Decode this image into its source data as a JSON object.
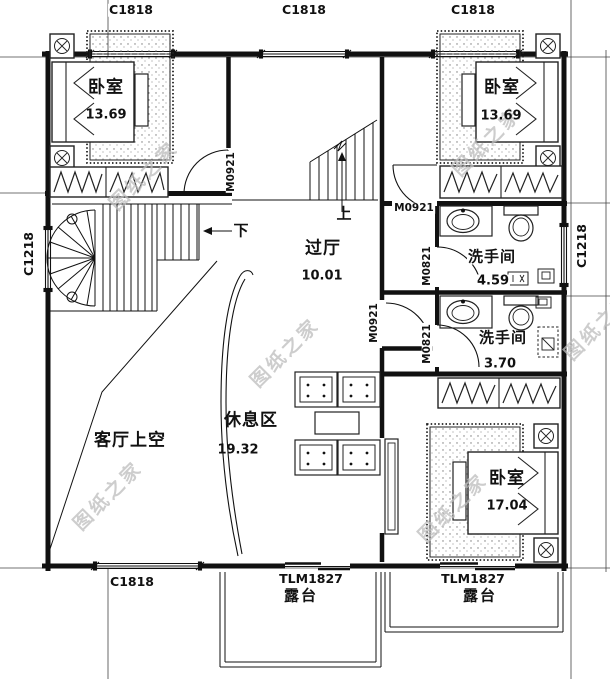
{
  "watermark": "图纸之家",
  "labels": {
    "window_top_1": "C1818",
    "window_top_2": "C1818",
    "window_top_3": "C1818",
    "window_bottom": "C1818",
    "window_left": "C1218",
    "window_right": "C1218",
    "door_bedroom1": "M0921",
    "door_bedroom2": "M0921",
    "door_hall": "M0921",
    "door_bath1": "M0821",
    "door_bath2": "M0821",
    "terrace_door_left": "TLM1827",
    "terrace_door_right": "TLM1827",
    "stair_up": "上",
    "stair_down": "下"
  },
  "rooms": {
    "bedroom1": {
      "name": "卧室",
      "area": "13.69"
    },
    "bedroom2": {
      "name": "卧室",
      "area": "13.69"
    },
    "bedroom3": {
      "name": "卧室",
      "area": "17.04"
    },
    "hall": {
      "name": "过厅",
      "area": "10.01"
    },
    "bathroom1": {
      "name": "洗手间",
      "area": "4.59"
    },
    "bathroom2": {
      "name": "洗手间",
      "area": "3.70"
    },
    "living_void": {
      "name": "客厅上空"
    },
    "rest_area": {
      "name": "休息区",
      "area": "19.32"
    },
    "terrace_left": {
      "name": "露台"
    },
    "terrace_right": {
      "name": "露台"
    }
  }
}
